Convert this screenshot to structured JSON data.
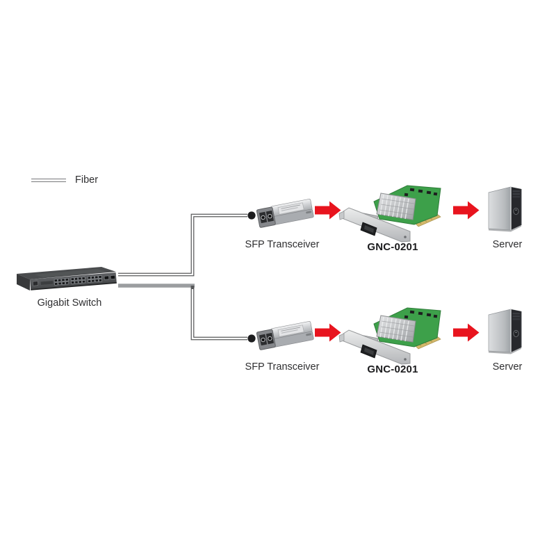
{
  "diagram": {
    "legend": {
      "label": "Fiber",
      "line_style": "double-gray-line"
    },
    "switch": {
      "label": "Gigabit Switch"
    },
    "rows": [
      {
        "transceiver": "SFP Transceiver",
        "nic": "GNC-0201",
        "server": "Server"
      },
      {
        "transceiver": "SFP Transceiver",
        "nic": "GNC-0201",
        "server": "Server"
      }
    ],
    "icons": {
      "switch": "gigabit-switch-illustration",
      "transceiver": "sfp-transceiver-illustration",
      "nic": "pcie-fiber-nic-illustration",
      "server": "tower-server-illustration",
      "arrow": "red-right-arrow-icon",
      "endpoint": "fiber-endpoint-dot"
    },
    "colors": {
      "arrow_red": "#e8141e",
      "fiber_line_dark": "#57585a",
      "fiber_line_gray": "#9b9da0",
      "pcb_green": "#3da04a",
      "text": "#2e2e30"
    }
  }
}
